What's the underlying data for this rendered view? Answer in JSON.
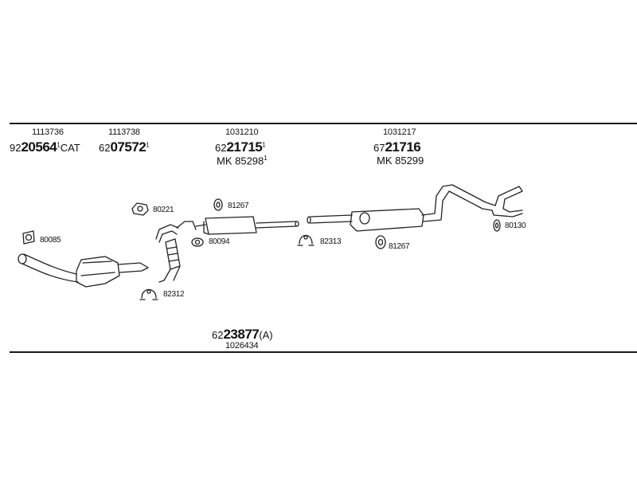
{
  "groups": [
    {
      "oe": "1113736",
      "prefix": "92",
      "bold": "20564",
      "suffix": "CAT",
      "mark": "1"
    },
    {
      "oe": "1113738",
      "prefix": "62",
      "bold": "07572",
      "suffix": "",
      "mark": "1"
    },
    {
      "oe": "1031210",
      "prefix": "62",
      "bold": "21715",
      "suffix": "",
      "mark": "1",
      "mk": "MK 85298",
      "mk_mark": "1"
    },
    {
      "oe": "1031217",
      "prefix": "67",
      "bold": "21716",
      "suffix": "",
      "mark": "",
      "mk": "MK 85299",
      "mk_mark": ""
    }
  ],
  "parts": [
    {
      "id": "80085",
      "icon": "gasket-icon"
    },
    {
      "id": "80221",
      "icon": "gasket-icon"
    },
    {
      "id": "81267",
      "icon": "rubber-mount-icon"
    },
    {
      "id": "80094",
      "icon": "gasket-icon"
    },
    {
      "id": "82312",
      "icon": "clamp-icon"
    },
    {
      "id": "82313",
      "icon": "clamp-icon"
    },
    {
      "id": "81267",
      "icon": "rubber-mount-icon"
    },
    {
      "id": "80130",
      "icon": "rubber-mount-icon"
    }
  ],
  "bottom": {
    "prefix": "62",
    "bold": "23877",
    "suffix": "(A)",
    "oe": "1026434"
  }
}
